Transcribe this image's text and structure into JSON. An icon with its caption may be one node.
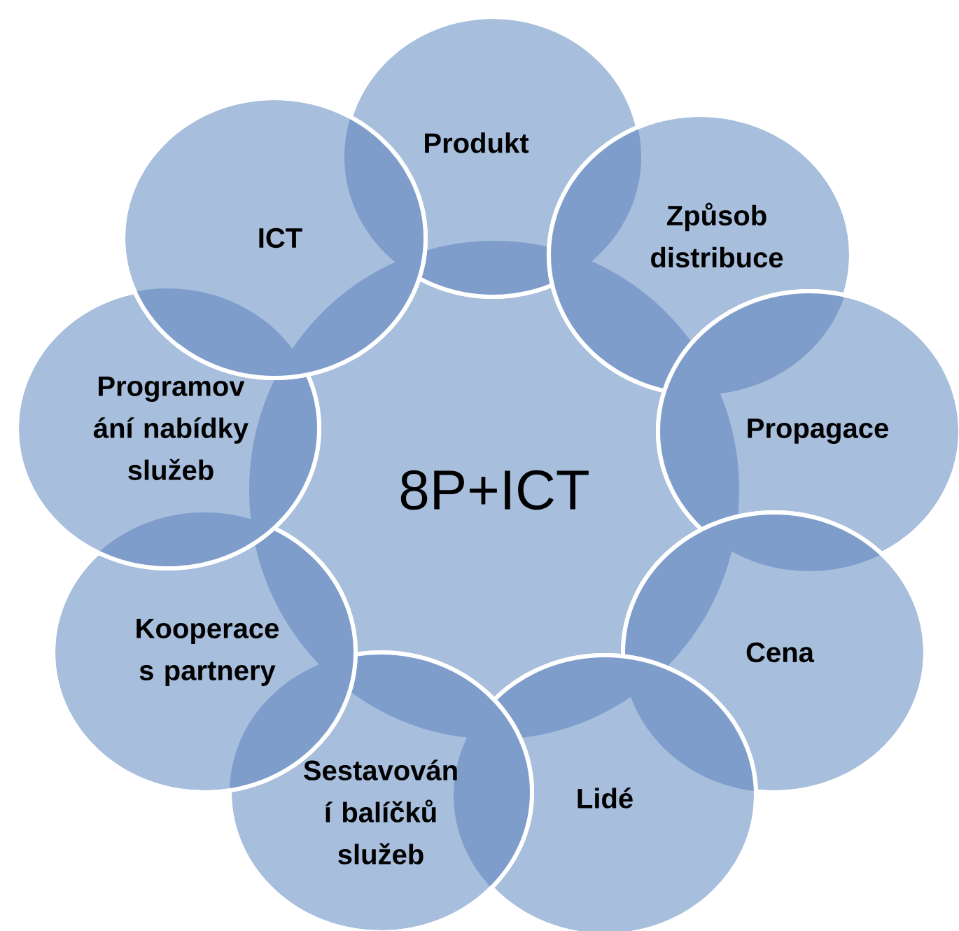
{
  "diagram": {
    "nodes": [
      {
        "text": [
          "8P+ICT"
        ]
      },
      {
        "text": [
          "Produkt"
        ]
      },
      {
        "text": [
          "Způsob distribuce"
        ]
      },
      {
        "text": [
          "Propagace"
        ]
      },
      {
        "text": [
          "Cena"
        ]
      },
      {
        "text": [
          "Lidé"
        ]
      },
      {
        "text": [
          "Sestavován í balíčků služeb"
        ]
      },
      {
        "text": [
          "Kooperace s partnery"
        ]
      },
      {
        "text": [
          "Programov ání nabídky služeb"
        ]
      },
      {
        "text": [
          "ICT"
        ]
      }
    ]
  }
}
